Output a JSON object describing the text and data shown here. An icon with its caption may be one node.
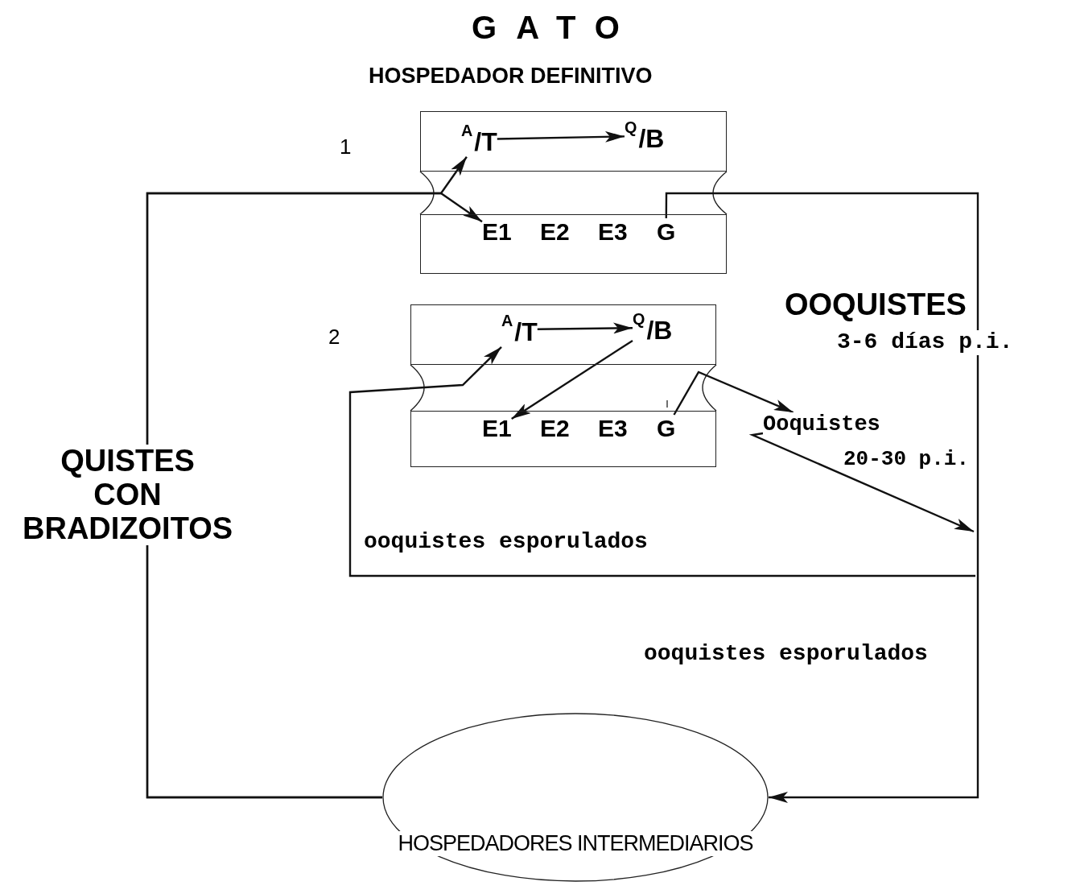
{
  "diagram": {
    "title": "GATO",
    "nodes": [
      {
        "text": [],
        "shape": "box"
      },
      {
        "text": [
          "$^{A}$/T"
        ],
        "in": 0
      },
      {
        "text": [
          "$^{Q}$/B"
        ],
        "in": 0
      },
      {
        "text": [],
        "shape": "box"
      },
      {
        "text": [
          "E1"
        ],
        "in": 3
      },
      {
        "text": [
          "E2"
        ],
        "in": 3
      },
      {
        "text": [
          "E3"
        ],
        "in": 3
      },
      {
        "text": [
          "G"
        ],
        "in": 3
      },
      {
        "text": [],
        "shape": "box"
      },
      {
        "text": [
          "$^{A}$/T"
        ],
        "in": 8
      },
      {
        "text": [
          "$^{Q}$/B"
        ],
        "in": 8
      },
      {
        "text": [],
        "shape": "box"
      },
      {
        "text": [
          "E1"
        ],
        "in": 11
      },
      {
        "text": [
          "E2"
        ],
        "in": 11
      },
      {
        "text": [
          "E3"
        ],
        "in": 11
      },
      {
        "text": [
          "G"
        ],
        "in": 11
      },
      {
        "text": [
          "Ooquistes"
        ]
      },
      {
        "text": [
          "HOSPEDADORES INTERMEDIARIOS"
        ]
      }
    ],
    "edges": [
      {
        "from": 17,
        "to": 1,
        "arrow": "to"
      },
      {
        "from": 17,
        "to": 4,
        "arrow": "to"
      },
      {
        "from": 1,
        "to": 2,
        "arrow": "to"
      },
      {
        "from": 7,
        "to": 17,
        "arrow": "to"
      },
      {
        "from": 9,
        "to": 10,
        "arrow": "to"
      },
      {
        "from": 10,
        "to": 12,
        "arrow": "to"
      },
      {
        "from": null,
        "to": 9,
        "arrow": "to"
      },
      {
        "from": 15,
        "to": 16,
        "arrow": "to"
      },
      {
        "from": 16,
        "to": null,
        "arrow": "to"
      }
    ],
    "labels": [
      "HOSPEDADOR DEFINITIVO",
      "1",
      "2",
      "OOQUISTES",
      "3-6 días p.i.",
      "20-30 p.i.",
      "QUISTES CON BRADIZOITOS",
      "ooquistes esporulados",
      "ooquistes esporulados"
    ]
  }
}
